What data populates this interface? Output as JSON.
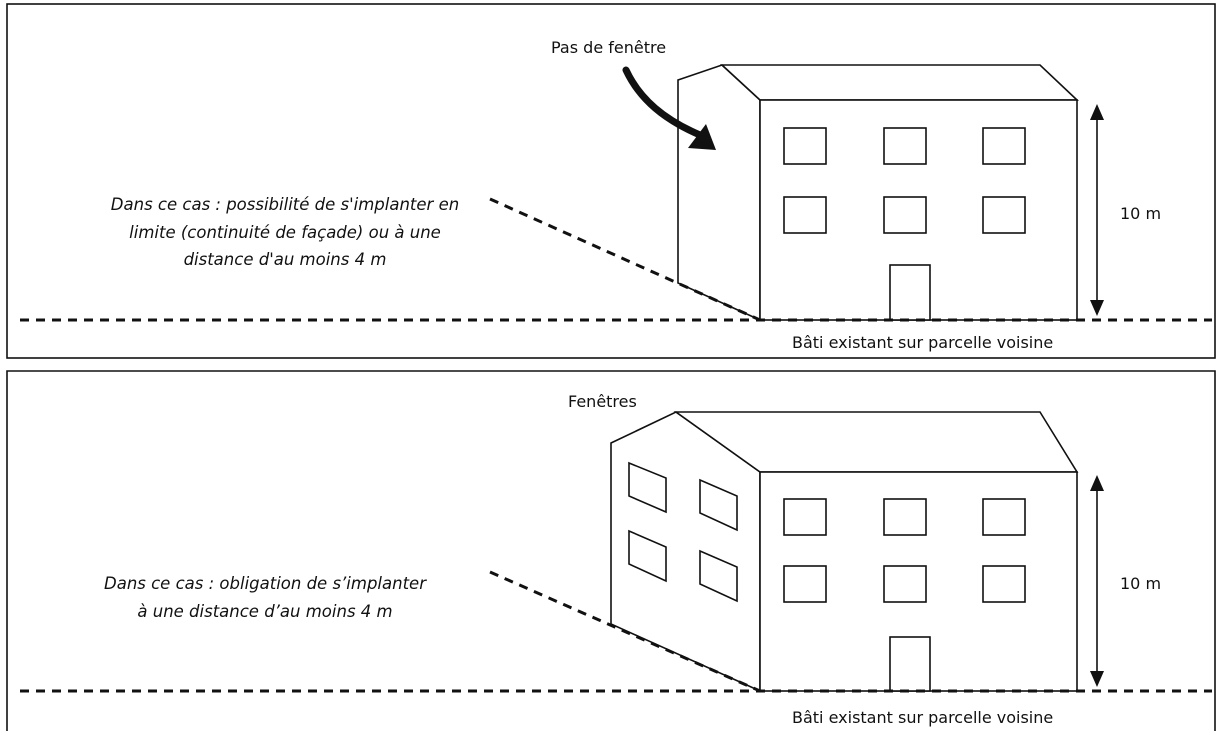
{
  "top_panel": {
    "callout": "Pas de fenêtre",
    "caption_lines": [
      "Dans ce cas : possibilité de s'implanter en",
      "limite (continuité de façade) ou à une",
      "distance d'au moins 4 m"
    ],
    "height_label": "10 m",
    "ground_label": "Bâti existant sur parcelle voisine"
  },
  "bottom_panel": {
    "callout": "Fenêtres",
    "caption_lines": [
      "Dans ce cas : obligation de s’implanter",
      "à une distance d’au moins 4 m"
    ],
    "height_label": "10 m",
    "ground_label": "Bâti existant sur parcelle voisine"
  }
}
